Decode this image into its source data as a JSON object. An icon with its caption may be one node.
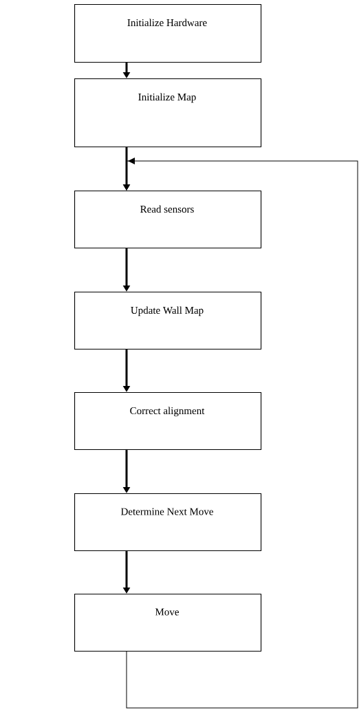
{
  "diagram": {
    "nodes": [
      {
        "text": [
          "Initialize Hardware"
        ]
      },
      {
        "text": [
          "Initialize Map"
        ]
      },
      {
        "text": [
          "Read sensors"
        ]
      },
      {
        "text": [
          "Update Wall Map"
        ]
      },
      {
        "text": [
          "Correct alignment"
        ]
      },
      {
        "text": [
          "Determine Next Move"
        ]
      },
      {
        "text": [
          "Move"
        ]
      }
    ],
    "edges": [
      {
        "from": 0,
        "to": 1,
        "arrow": "to"
      },
      {
        "from": 1,
        "to": 2,
        "arrow": "to"
      },
      {
        "from": 2,
        "to": 3,
        "arrow": "to"
      },
      {
        "from": 3,
        "to": 4,
        "arrow": "to"
      },
      {
        "from": 4,
        "to": 5,
        "arrow": "to"
      },
      {
        "from": 5,
        "to": 6,
        "arrow": "to"
      },
      {
        "from": 6,
        "to": 2,
        "arrow": "to"
      }
    ]
  }
}
